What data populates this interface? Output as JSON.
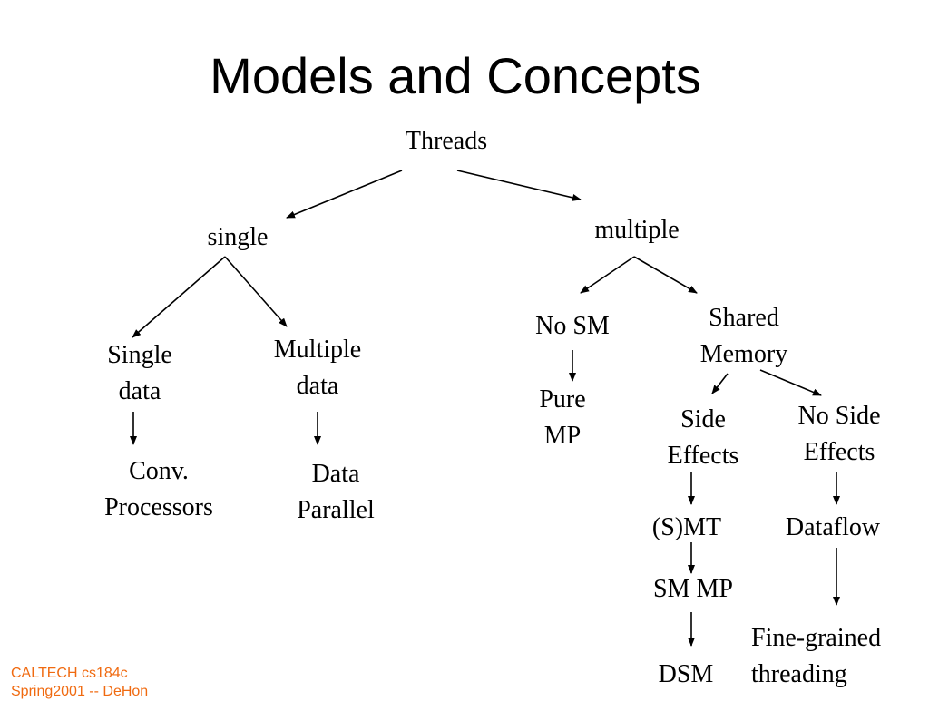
{
  "title": "Models and Concepts",
  "nodes": {
    "threads": "Threads",
    "single": "single",
    "multiple": "multiple",
    "single_data_1": "Single",
    "single_data_2": "data",
    "multiple_data_1": "Multiple",
    "multiple_data_2": "data",
    "conv_1": "Conv.",
    "conv_2": "Processors",
    "data_parallel_1": "Data",
    "data_parallel_2": "Parallel",
    "no_sm": "No SM",
    "pure_mp_1": "Pure",
    "pure_mp_2": "MP",
    "shared_memory_1": "Shared",
    "shared_memory_2": "Memory",
    "side_effects_1": "Side",
    "side_effects_2": "Effects",
    "no_side_effects_1": "No Side",
    "no_side_effects_2": "Effects",
    "smt": "(S)MT",
    "dataflow": "Dataflow",
    "sm_mp": "SM MP",
    "dsm": "DSM",
    "fine_grained_1": "Fine-grained",
    "fine_grained_2": "threading"
  },
  "footer": {
    "line1": "CALTECH cs184c",
    "line2": "Spring2001 -- DeHon"
  },
  "colors": {
    "text": "#000000",
    "footer": "#f06a10",
    "background": "#ffffff"
  }
}
